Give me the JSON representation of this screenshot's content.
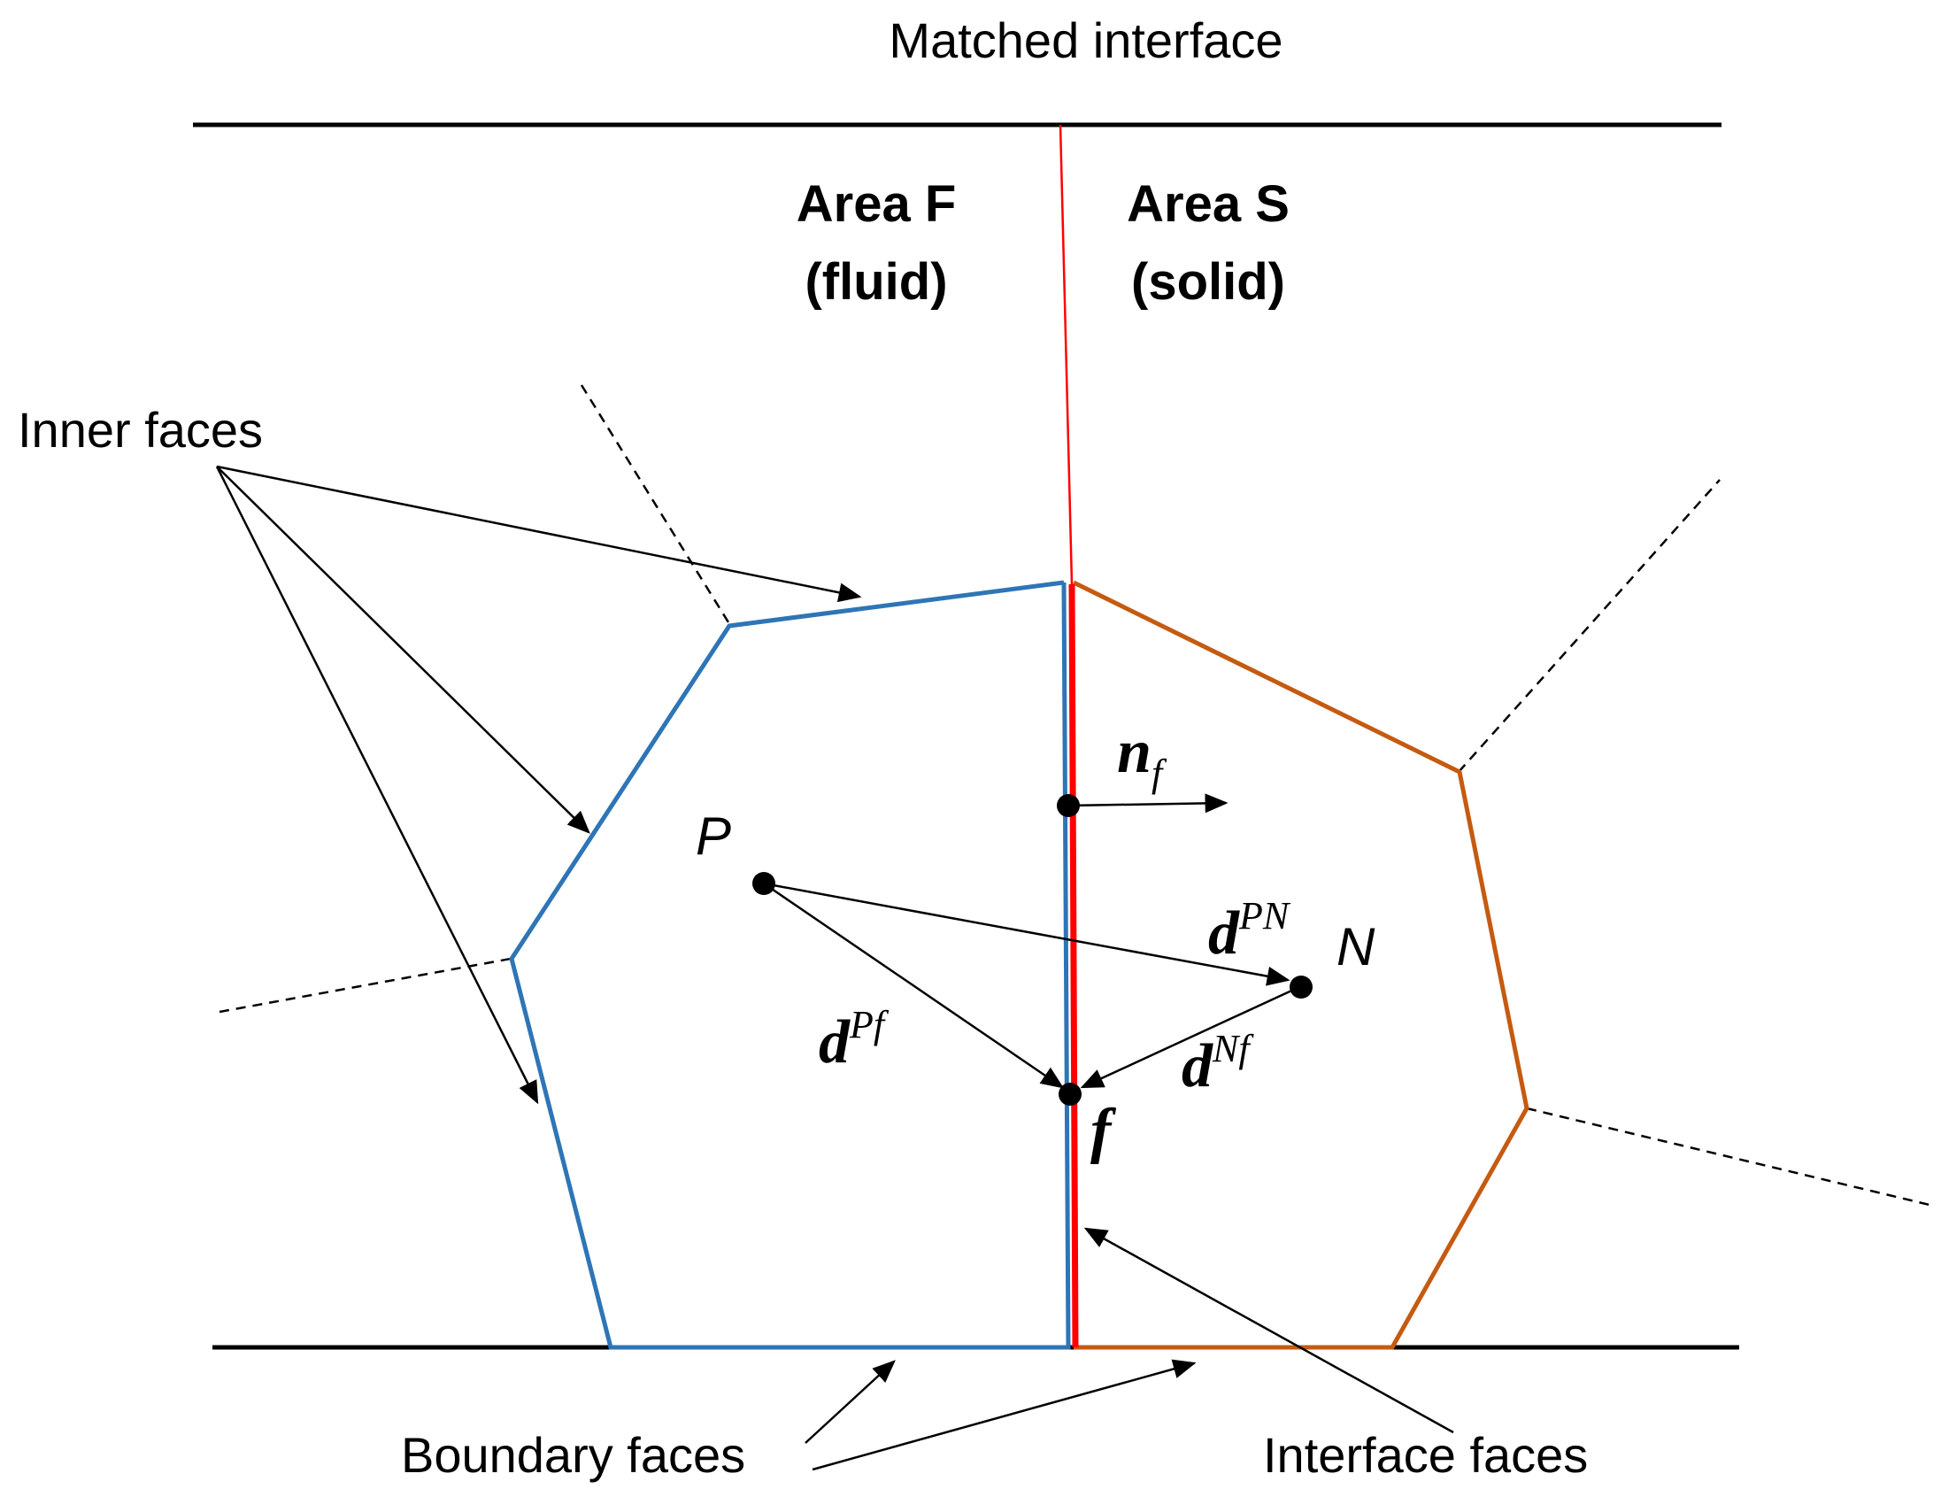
{
  "title": "Matched interface",
  "areas": {
    "fluid": {
      "name": "Area F",
      "sub": "(fluid)"
    },
    "solid": {
      "name": "Area S",
      "sub": "(solid)"
    }
  },
  "labels": {
    "inner_faces": "Inner faces",
    "boundary_faces": "Boundary faces",
    "interface_faces": "Interface faces"
  },
  "points": {
    "P": "P",
    "N": "N",
    "f": "f"
  },
  "vectors": {
    "n_f": {
      "base": "n",
      "sub": "f"
    },
    "d_PN": {
      "base": "d",
      "sup": "PN"
    },
    "d_Pf": {
      "base": "d",
      "sup": "Pf"
    },
    "d_Nf": {
      "base": "d",
      "sup": "Nf"
    }
  },
  "colors": {
    "fluid_cell": "#2e75b6",
    "solid_cell": "#c55a11",
    "interface_line": "#ff0000",
    "ink": "#000000"
  }
}
